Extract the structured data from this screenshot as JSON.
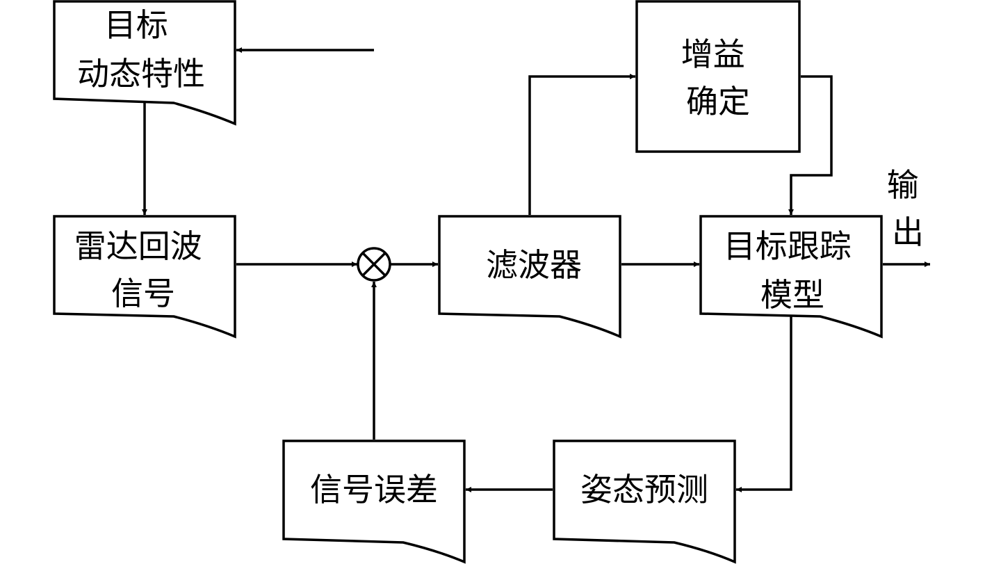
{
  "diagram": {
    "nodes": {
      "target_dynamics": {
        "lines": [
          "目标",
          "动态特性"
        ]
      },
      "radar_echo": {
        "lines": [
          "雷达回波",
          "信号"
        ]
      },
      "filter": {
        "lines": [
          "滤波器"
        ]
      },
      "gain": {
        "lines": [
          "增益",
          "确定"
        ]
      },
      "tracking_model": {
        "lines": [
          "目标跟踪",
          "模型"
        ]
      },
      "attitude_predict": {
        "lines": [
          "姿态预测"
        ]
      },
      "signal_error": {
        "lines": [
          "信号误差"
        ]
      }
    },
    "output_label": {
      "lines": [
        "输",
        "出"
      ]
    }
  }
}
